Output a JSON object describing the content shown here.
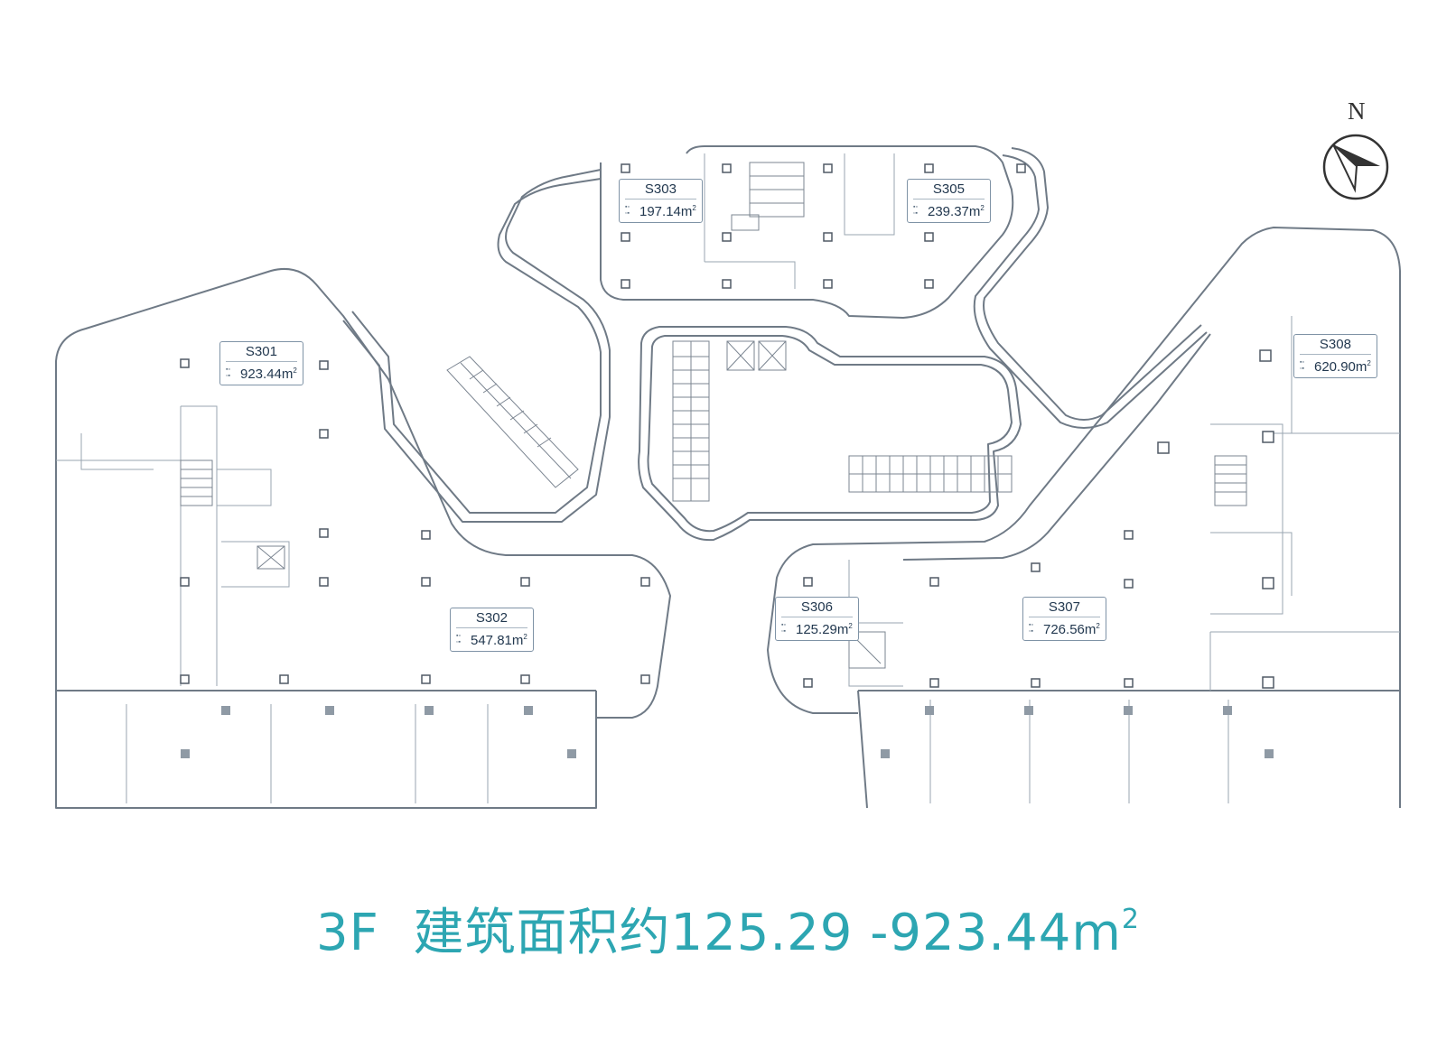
{
  "units": [
    {
      "code": "S301",
      "area": "923.44m",
      "area_sup": "2"
    },
    {
      "code": "S302",
      "area": "547.81m",
      "area_sup": "2"
    },
    {
      "code": "S303",
      "area": "197.14m",
      "area_sup": "2"
    },
    {
      "code": "S305",
      "area": "239.37m",
      "area_sup": "2"
    },
    {
      "code": "S306",
      "area": "125.29m",
      "area_sup": "2"
    },
    {
      "code": "S307",
      "area": "726.56m",
      "area_sup": "2"
    },
    {
      "code": "S308",
      "area": "620.90m",
      "area_sup": "2"
    }
  ],
  "compass": {
    "north_label": "N"
  },
  "caption": {
    "floor": "3F",
    "text": "建筑面积约125.29 -923.44m",
    "sup": "2"
  },
  "colors": {
    "caption": "#2da6b2",
    "walls": "#6f7a86",
    "label_border": "#7f93a6"
  }
}
